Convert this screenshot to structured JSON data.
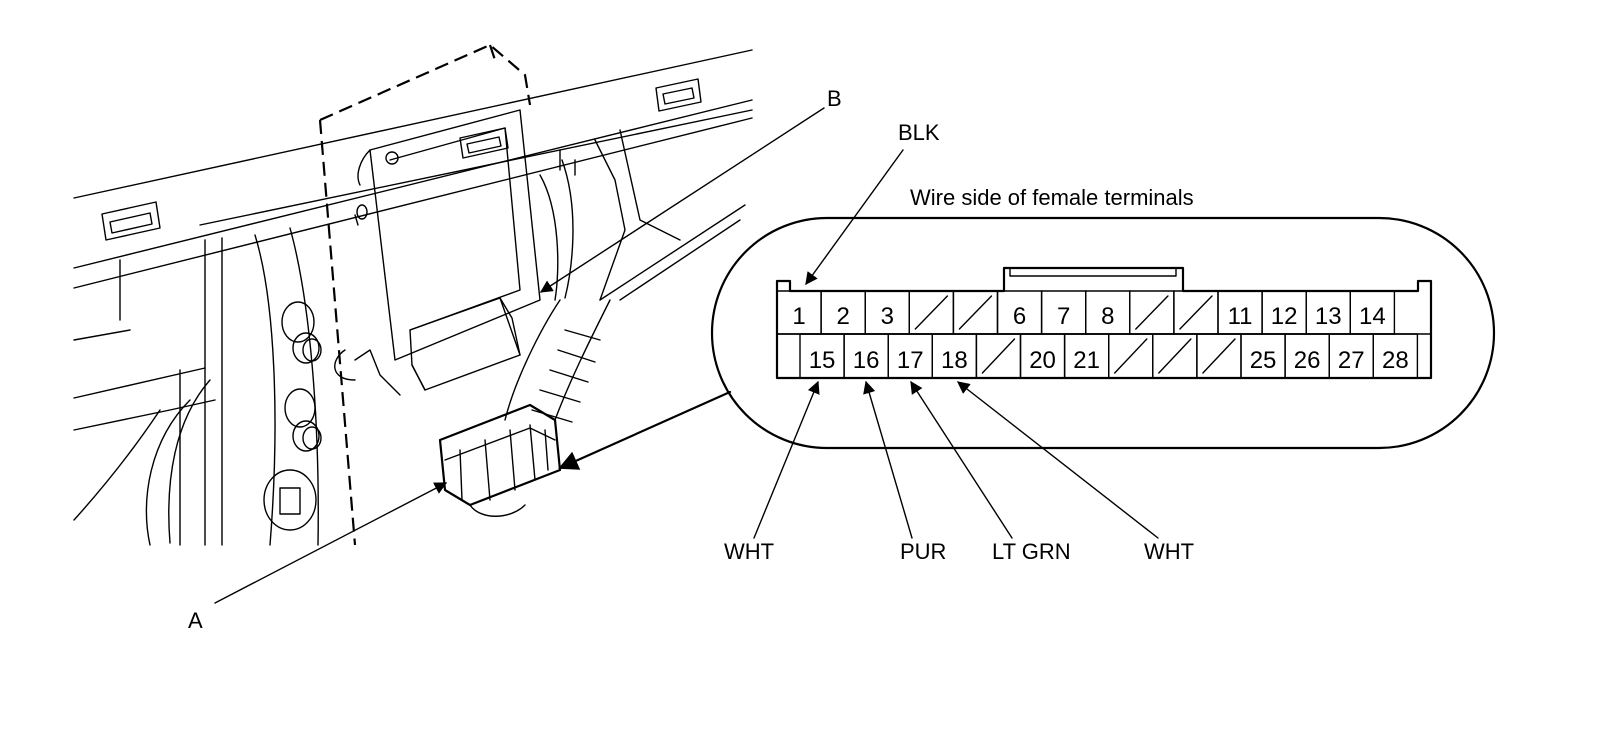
{
  "callouts": {
    "a": "A",
    "b": "B"
  },
  "connector_view": {
    "title": "Wire side of female terminals",
    "top_row": [
      "1",
      "2",
      "3",
      "/",
      "/",
      "6",
      "7",
      "8",
      "/",
      "/",
      "11",
      "12",
      "13",
      "14"
    ],
    "bottom_row": [
      "15",
      "16",
      "17",
      "18",
      "/",
      "20",
      "21",
      "/",
      "/",
      "/",
      "25",
      "26",
      "27",
      "28"
    ]
  },
  "wire_labels": [
    {
      "terminal": "1",
      "color": "BLK"
    },
    {
      "terminal": "15",
      "color": "WHT"
    },
    {
      "terminal": "16",
      "color": "PUR"
    },
    {
      "terminal": "17",
      "color": "LT GRN"
    },
    {
      "terminal": "18",
      "color": "WHT"
    }
  ]
}
